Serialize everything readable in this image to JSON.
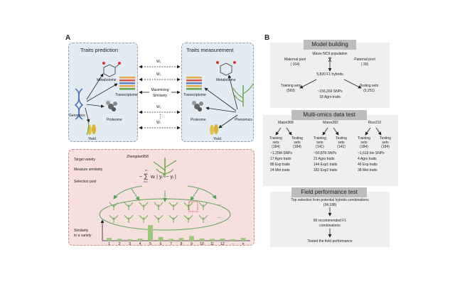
{
  "panel_a": {
    "letter": "A",
    "prediction": {
      "title": "Traits prediction",
      "metabolome": "Metabolome",
      "transcriptome": "Transcriptome",
      "genomics": "Genomics",
      "proteome": "Proteome",
      "yield": "Yield"
    },
    "measurement": {
      "title": "Traits measurement",
      "transcriptome": "Transcriptome",
      "metabolome": "Metabolome",
      "proteome": "Proteome",
      "phenomics": "Phenomics",
      "yield": "Yield"
    },
    "weights": [
      "W₁",
      "W₂",
      "W₃",
      "Wᵢ"
    ],
    "maximizing": "Maximizing",
    "similarity": "Similarity",
    "dots": "⋮",
    "selection": {
      "target_variety": "Target variety",
      "zhengdan": "Zhengdan958",
      "measure_similarity": "Measure similarity",
      "selection_pool": "Selection pool",
      "formula_sum": "∑",
      "formula_top": "m",
      "formula_bottom": "i=1",
      "formula_body": "wᵢ | yᵢᵀ − yᵢ |",
      "formula_minus": "−",
      "similarity_axis_1": "Similarity",
      "similarity_axis_2": "to a variety",
      "ellipsis": "...",
      "x_ticks": [
        "1",
        "2",
        "3",
        "4",
        "5",
        "6",
        "7",
        "8",
        "9",
        "10",
        "11",
        "12",
        "···",
        "n"
      ],
      "bar_values": [
        0.15,
        0.1,
        0.08,
        0.12,
        0.85,
        0.2,
        0.1,
        0.15,
        0.25,
        0.12,
        0.1,
        0.12,
        0.08,
        0.15
      ],
      "highlight_index": 4,
      "bar_color": "#9ac779"
    }
  },
  "panel_b": {
    "letter": "B",
    "model_building": {
      "title": "Model building",
      "population": "Maize NCII population",
      "cross": "X",
      "maternal_pool": "Maternal pool",
      "maternal_count": "( 164)",
      "paternal_pool": "Paternal pool",
      "paternal_count": "( 30)",
      "hybrids": "5,820 F1 hybrids",
      "training_sets": "Training sets",
      "training_count": "(569)",
      "testing_sets": "Testing sets",
      "testing_count": "(5,251)",
      "snps": "~156,269 SNPs",
      "agro": "18 Agro traits"
    },
    "multi_omics": {
      "title": "Multi-omics data test",
      "datasets": [
        {
          "name": "Maize368",
          "train": "Training",
          "train2": "sets",
          "train_n": "(184)",
          "test": "Testing",
          "test2": "sets",
          "test_n": "(184)",
          "lines": [
            "~1.25M SNPs",
            "17 Agro traits",
            "88 Exp traits",
            "24 Met traits"
          ]
        },
        {
          "name": "Maize282",
          "train": "Training",
          "train2": "sets",
          "train_n": "(141)",
          "test": "Testing",
          "test2": "sets",
          "test_n": "(141)",
          "lines": [
            "~50,878 SNPs",
            "21 Agro traits",
            "144 Exp1 traits",
            "182 Exp2 traits"
          ]
        },
        {
          "name": "Rice210",
          "train": "Training",
          "train2": "sets",
          "train_n": "(184)",
          "test": "Testing",
          "test2": "sets",
          "test_n": "(184)",
          "lines": [
            "~1,619 bin SNPs",
            "4 Agro traits",
            "46 Exp traits",
            "38 Met traits"
          ]
        }
      ]
    },
    "field": {
      "title": "Field performance test",
      "top_selection": "Top selection from potential hybrids combinations",
      "top_count": "(34,188)",
      "recommended": "86 recommended F1",
      "combinations": "combinations",
      "tested": "Tested the field performance"
    }
  }
}
